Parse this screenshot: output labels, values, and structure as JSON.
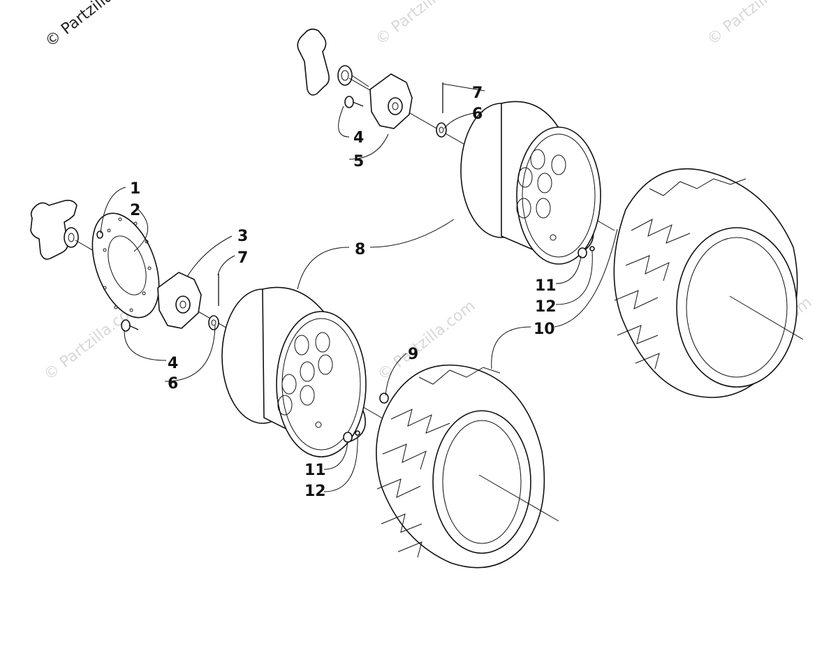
{
  "watermark": {
    "copyright": "© Partzilla.com",
    "repeat": "© Partzilla.com"
  },
  "callouts": {
    "c1": "1",
    "c2": "2",
    "c3": "3",
    "c4a": "4",
    "c4b": "4",
    "c5": "5",
    "c6a": "6",
    "c6b": "6",
    "c7a": "7",
    "c7b": "7",
    "c8": "8",
    "c9": "9",
    "c10": "10",
    "c11a": "11",
    "c11b": "11",
    "c12a": "12",
    "c12b": "12"
  }
}
